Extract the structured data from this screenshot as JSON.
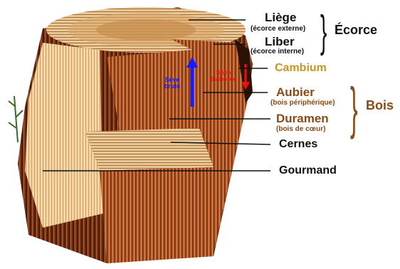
{
  "labels": {
    "liege": "Liège",
    "liege_sub": "(écorce externe)",
    "liber": "Liber",
    "liber_sub": "(écorce interne)",
    "ecorce": "Écorce",
    "cambium": "Cambium",
    "aubier": "Aubier",
    "aubier_sub": "(bois périphérique)",
    "duramen": "Duramen",
    "duramen_sub": "(bois de cœur)",
    "bois": "Bois",
    "cernes": "Cernes",
    "gourmand": "Gourmand",
    "seve_brute": "Sève brute",
    "seve_elaboree": "Sève élaborée"
  },
  "colors": {
    "black": "#111111",
    "cambium": "#c8961e",
    "wood_brown": "#8a4a18",
    "sap_up": "#1a1aff",
    "sap_down": "#ee1111",
    "bark": "#6b2f10",
    "heartwood": "#b55a2b",
    "sapwood": "#e9d2a6"
  }
}
